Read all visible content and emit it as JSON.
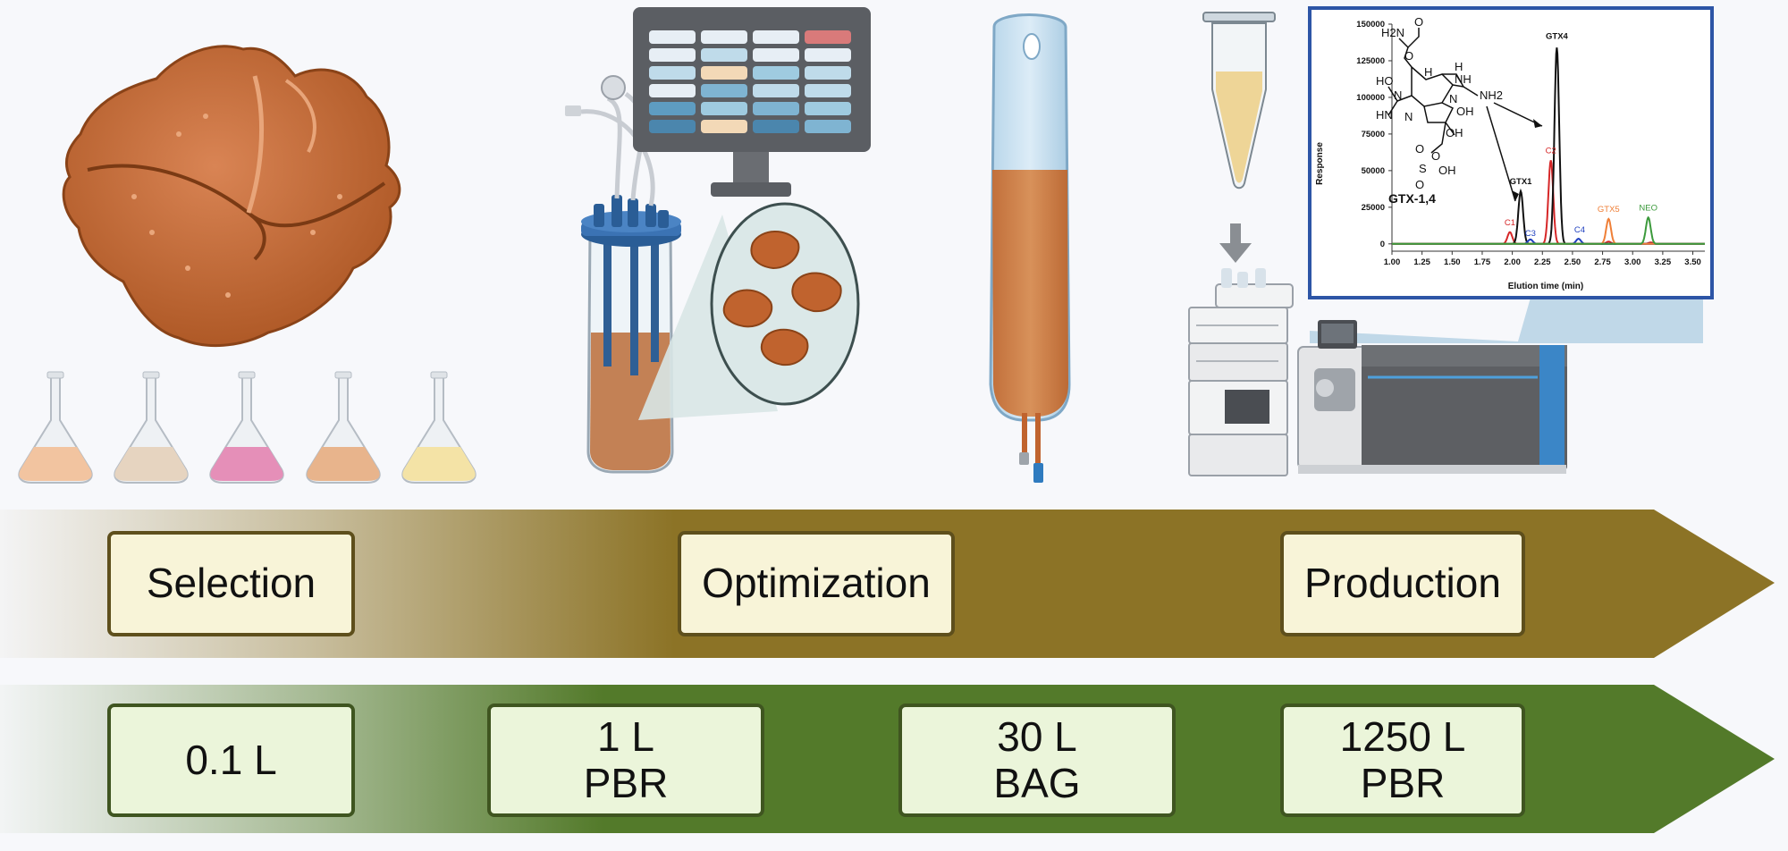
{
  "stages": [
    {
      "label": "Selection"
    },
    {
      "label": "Optimization"
    },
    {
      "label": "Production"
    }
  ],
  "scales": [
    {
      "line1": "0.1 L",
      "line2": ""
    },
    {
      "line1": "1 L",
      "line2": "PBR"
    },
    {
      "line1": "30 L",
      "line2": "BAG"
    },
    {
      "line1": "1250 L",
      "line2": "PBR"
    }
  ],
  "flask_colors": [
    "#f2c4a0",
    "#e6d4c0",
    "#e58fb8",
    "#e8b48c",
    "#f4e3a6"
  ],
  "colors": {
    "stage_arrow": "#8c7326",
    "scale_arrow": "#537a2a",
    "cell": "#c0632e",
    "culture": "#c87a45",
    "monitor": "#5b5e63"
  },
  "molecule": {
    "name": "GTX-1,4",
    "labels": [
      "H2N",
      "O",
      "O",
      "H",
      "H",
      "HO",
      "N",
      "N",
      "NH2",
      "HN",
      "N",
      "NH",
      "OH",
      "OH",
      "O",
      "O",
      "S",
      "O",
      "OH"
    ]
  },
  "chart_data": {
    "type": "line",
    "xlabel": "Elution time (min)",
    "ylabel": "Response",
    "xlim": [
      1.0,
      3.6
    ],
    "ylim": [
      -5000,
      150000
    ],
    "xticks": [
      1.0,
      1.25,
      1.5,
      1.75,
      2.0,
      2.25,
      2.5,
      2.75,
      3.0,
      3.25,
      3.5
    ],
    "xtick_labels": [
      "1.00",
      "1.25",
      "1.50",
      "1.75",
      "2.00",
      "2.25",
      "2.50",
      "2.75",
      "3.00",
      "3.25",
      "3.50"
    ],
    "yticks": [
      0,
      25000,
      50000,
      75000,
      100000,
      125000,
      150000
    ],
    "ytick_labels": [
      "0",
      "25000",
      "50000",
      "75000",
      "100000",
      "125000",
      "150000"
    ],
    "series": [
      {
        "color": "#d62728",
        "peaks": [
          [
            1.98,
            8000
          ],
          [
            2.32,
            57000
          ],
          [
            2.8,
            1500
          ],
          [
            3.15,
            1000
          ]
        ]
      },
      {
        "color": "#111111",
        "peaks": [
          [
            2.07,
            36000
          ],
          [
            2.37,
            134000
          ]
        ]
      },
      {
        "color": "#1f3fbf",
        "peaks": [
          [
            2.15,
            3000
          ],
          [
            2.55,
            3500
          ]
        ]
      },
      {
        "color": "#ef7f37",
        "peaks": [
          [
            2.8,
            17000
          ]
        ]
      },
      {
        "color": "#3c9a3c",
        "peaks": [
          [
            3.13,
            18000
          ]
        ]
      }
    ],
    "peak_labels": [
      {
        "text": "GTX4",
        "x": 2.37,
        "y": 138000,
        "color": "#111111"
      },
      {
        "text": "GTX1",
        "x": 2.07,
        "y": 39000,
        "color": "#111111"
      },
      {
        "text": "C2",
        "x": 2.32,
        "y": 60000,
        "color": "#d62728"
      },
      {
        "text": "C1",
        "x": 1.98,
        "y": 11000,
        "color": "#d62728"
      },
      {
        "text": "C3",
        "x": 2.15,
        "y": 3500,
        "color": "#1f3fbf"
      },
      {
        "text": "C4",
        "x": 2.56,
        "y": 6000,
        "color": "#1f3fbf"
      },
      {
        "text": "GTX5",
        "x": 2.8,
        "y": 20000,
        "color": "#ef7f37"
      },
      {
        "text": "NEO",
        "x": 3.13,
        "y": 21000,
        "color": "#3c9a3c"
      }
    ]
  }
}
